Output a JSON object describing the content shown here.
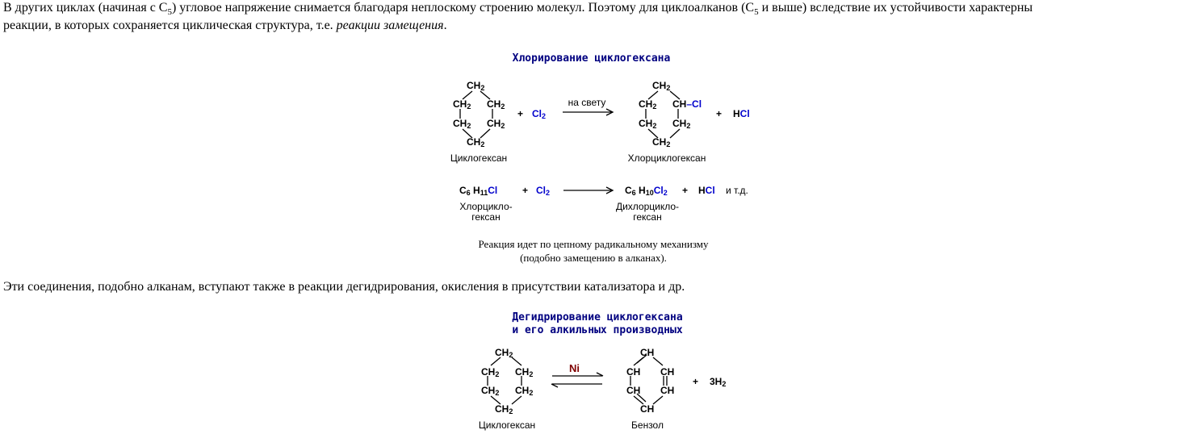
{
  "intro": {
    "line1_a": "В других циклах (начиная с C",
    "line1_sub": "5",
    "line1_b": ") угловое напряжение снимается благодаря неплоскому строению молекул. Поэтому для циклоалканов (C",
    "line1_sub2": "5",
    "line1_c": " и выше) вследствие их устойчивости характерны",
    "line2_a": "реакции, в которых сохраняется циклическая структура, т.е. ",
    "line2_em": "реакции замещения",
    "line2_b": "."
  },
  "chlorination": {
    "title": "Хлорирование  циклогексана",
    "ch2": "CH",
    "sub2": "2",
    "plus": "+",
    "cl2_a": "Cl",
    "cl2_sub": "2",
    "condition": "на свету",
    "ch_cl_a": "CH",
    "ch_cl_dash": "–",
    "ch_cl_b": "Cl",
    "hcl_h": "H",
    "hcl_cl": "Cl",
    "cap_reactant": "Циклогексан",
    "cap_product": "Хлорциклогексан"
  },
  "second_reaction": {
    "r_c": "C",
    "r_c_sub": "6",
    "r_h": "H",
    "r_h_sub": "11",
    "r_cl": "Cl",
    "plus": "+",
    "cl2": "Cl",
    "cl2_sub": "2",
    "p_c": "C",
    "p_c_sub": "6",
    "p_h": "H",
    "p_h_sub": "10",
    "p_cl": "Cl",
    "p_cl_sub": "2",
    "plus2": "+",
    "hcl_h": "H",
    "hcl_cl": "Cl",
    "etc": "и т.д.",
    "cap_r1": "Хлорцикло-",
    "cap_r2": "гексан",
    "cap_p1": "Дихлорцикло-",
    "cap_p2": "гексан"
  },
  "mechanism_note": {
    "line1": "Реакция идет по цепному радикальному  механизму",
    "line2": "(подобно замещению в алканах)."
  },
  "para3": "Эти соединения, подобно алканам, вступают также в реакции дегидрирования, окисления в присутствии катализатора и др.",
  "dehydro": {
    "title1": "Дегидрирование  циклогексана",
    "title2": "и его алкильных  производных",
    "ch2": "CH",
    "sub2": "2",
    "ch": "CH",
    "catalyst": "Ni",
    "plus": "+",
    "h2_coef": "3H",
    "h2_sub": "2",
    "cap_reactant": "Циклогексан",
    "cap_product": "Бензол"
  }
}
